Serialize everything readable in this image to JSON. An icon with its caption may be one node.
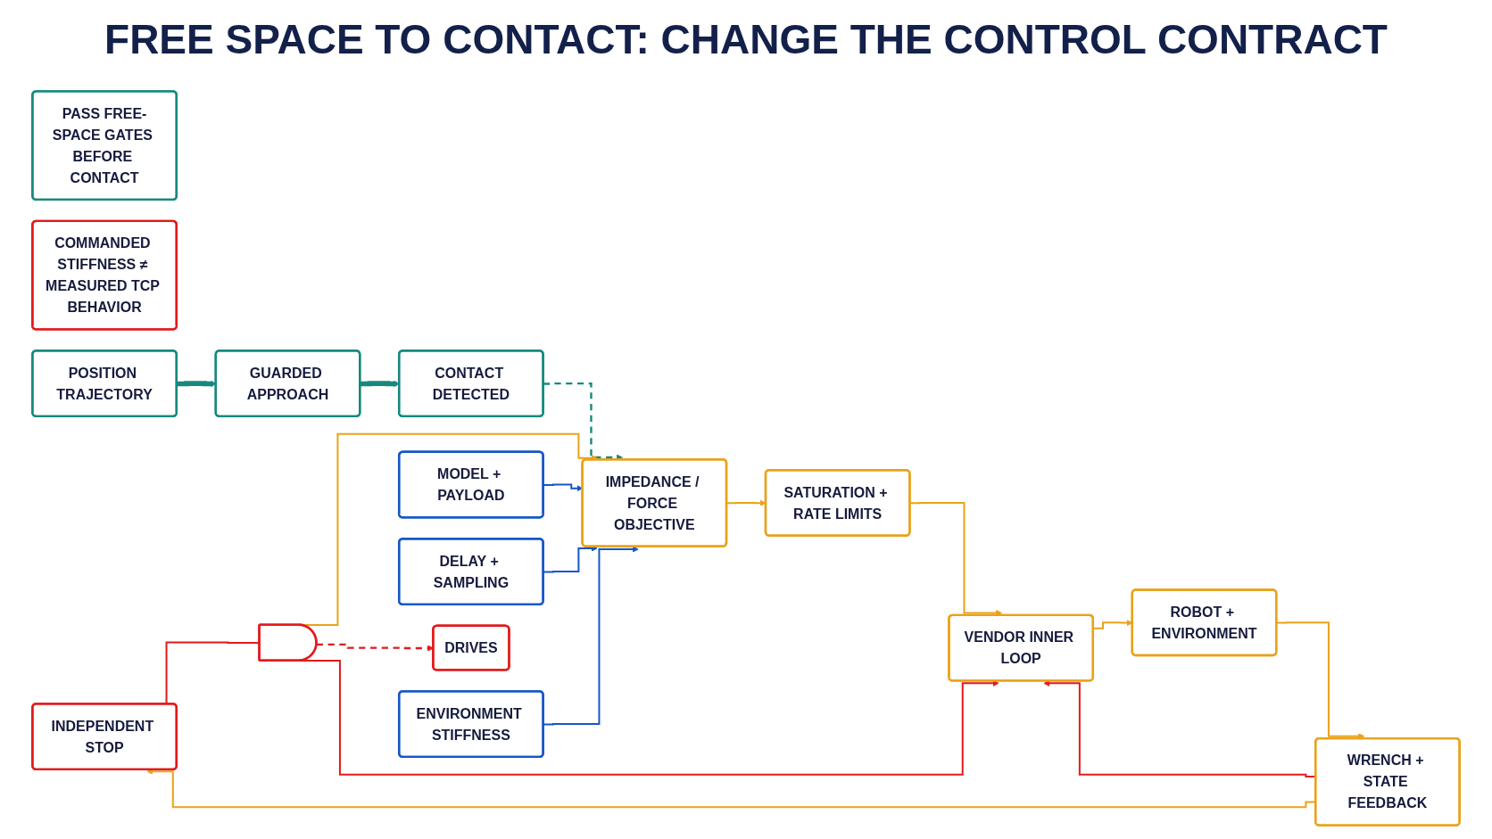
{
  "diagram": {
    "title": "FREE SPACE TO CONTACT: CHANGE THE CONTROL CONTRACT",
    "nodes": [
      {
        "text": [
          "POSITION TRAJECTORY"
        ]
      },
      {
        "text": [
          "GUARDED APPROACH"
        ]
      },
      {
        "text": [
          "CONTACT DETECTED"
        ]
      },
      {
        "text": [
          "IMPEDANCE / FORCE OBJECTIVE"
        ]
      },
      {
        "text": [
          "MODEL + PAYLOAD"
        ]
      },
      {
        "text": [
          "DELAY + SAMPLING"
        ]
      },
      {
        "text": [
          "ENVIRONMENT STIFFNESS"
        ]
      },
      {
        "text": [
          "SATURATION + RATE LIMITS"
        ]
      },
      {
        "text": [],
        "shape": "gate"
      },
      {
        "text": [
          "VENDOR INNER LOOP"
        ]
      },
      {
        "text": [
          "ROBOT + ENVIRONMENT"
        ]
      },
      {
        "text": [
          "INDEPENDENT STOP"
        ]
      },
      {
        "text": [
          "DRIVES"
        ]
      },
      {
        "text": [
          "WRENCH + STATE FEEDBACK"
        ]
      },
      {
        "text": [
          "PASS FREE-SPACE GATES BEFORE CONTACT"
        ]
      },
      {
        "text": [
          "COMMANDED STIFFNESS ≠ MEASURED TCP BEHAVIOR"
        ]
      }
    ],
    "edges": [
      {
        "from": 0,
        "to": 1,
        "arrow": "to",
        "style": "thick",
        "color": "#16897c"
      },
      {
        "from": 1,
        "to": 2,
        "arrow": "to",
        "style": "thick",
        "color": "#16897c"
      },
      {
        "from": 2,
        "to": 3,
        "arrow": "to",
        "style": "dashed",
        "color": "#16897c"
      },
      {
        "from": 8,
        "to": 3,
        "arrow": "to"
      },
      {
        "from": 4,
        "to": 3,
        "arrow": "to",
        "color": "#1556c8"
      },
      {
        "from": 5,
        "to": 3,
        "arrow": "to",
        "color": "#1556c8"
      },
      {
        "from": 6,
        "to": 3,
        "arrow": "to",
        "color": "#1556c8"
      },
      {
        "from": 3,
        "to": 7,
        "arrow": "to"
      },
      {
        "from": 7,
        "to": 9,
        "arrow": "to"
      },
      {
        "from": 11,
        "to": 8,
        "arrow": "none",
        "color": "#e3191b"
      },
      {
        "from": 8,
        "to": 9,
        "arrow": "to",
        "color": "#e3191b"
      },
      {
        "from": 8,
        "to": 12,
        "arrow": "to",
        "style": "dashed",
        "color": "#e3191b"
      },
      {
        "from": 9,
        "to": 10,
        "arrow": "to"
      },
      {
        "from": 10,
        "to": 13,
        "arrow": "to"
      },
      {
        "from": 13,
        "to": 9,
        "arrow": "to",
        "color": "#e3191b"
      },
      {
        "from": 13,
        "to": 11,
        "arrow": "to"
      }
    ]
  }
}
